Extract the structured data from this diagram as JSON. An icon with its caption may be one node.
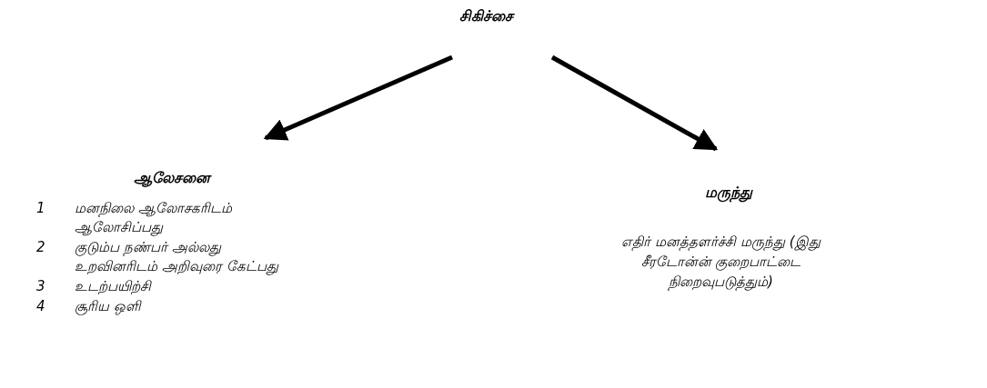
{
  "diagram": {
    "nodes": [
      {
        "text": [
          "சிகிச்சை"
        ]
      },
      {
        "text": [
          "ஆலேசனை"
        ],
        "beside": [
          "1",
          "மனநிலை ஆலோசகரிடம் ஆலோசிப்பது",
          "2",
          "குடும்ப நண்பர் அல்லது உறவினரிடம் அறிவுரை கேட்பது",
          "3",
          "உடற்பயிற்சி",
          "4",
          "சூரிய ஒளி"
        ]
      },
      {
        "text": [
          "மருந்து"
        ],
        "beside": [
          "எதிர் மனத்தளர்ச்சி மருந்து (இது சீரடோன்ன் குறைபாட்டை நிறைவுபடுத்தும்)"
        ]
      }
    ],
    "edges": [
      {
        "from": 0,
        "to": 1,
        "arrow": "to"
      },
      {
        "from": 0,
        "to": 2,
        "arrow": "to"
      }
    ]
  }
}
